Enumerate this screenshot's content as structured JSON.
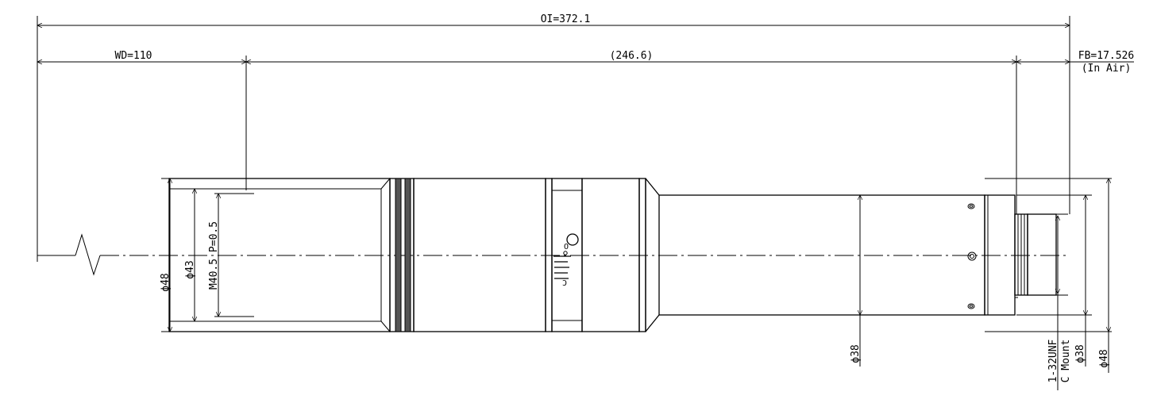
{
  "dimensions": {
    "overall": "OI=372.1",
    "working_distance": "WD=110",
    "lens_length": "(246.6)",
    "flange_back": "FB=17.526",
    "flange_back_note": "(In Air)",
    "front_outer_diameter": "ϕ48",
    "front_inner_diameter": "ϕ43",
    "filter_thread": "M40.5 P=0.5",
    "rear_barrel_diameter": "ϕ38",
    "mount_thread": "1-32UNF",
    "mount_type": "C Mount",
    "mount_diameter": "ϕ38",
    "rear_outer_diameter": "ϕ48"
  },
  "aperture_scale": {
    "open_mark": "O",
    "close_mark": "C"
  }
}
